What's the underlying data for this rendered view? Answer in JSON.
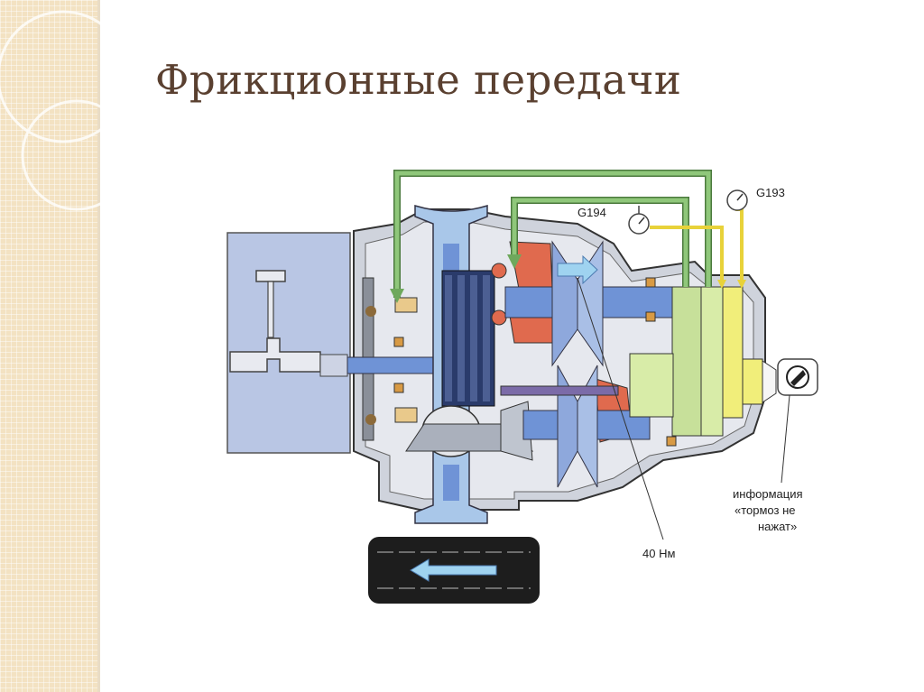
{
  "slide": {
    "title": "Фрикционные передачи"
  },
  "diagram": {
    "labels": {
      "g193": "G193",
      "g194": "G194",
      "torque": "40 Нм",
      "info_line1": "информация",
      "info_line2": "«тормоз не",
      "info_line3": "нажат»"
    },
    "colors": {
      "oil_line_green": "#6ea85c",
      "yellow_line": "#e8d23a",
      "shaft_blue": "#6f93d6",
      "housing_gray": "#cfd3dc",
      "engine_block": "#b9c6e4",
      "clutch_red": "#e06a4e",
      "control_green": "#c7e09a",
      "control_yellow": "#f1ee7a"
    },
    "icons": [
      "pressure-gauge-icon",
      "brake-pedal-icon",
      "direction-arrow-icon"
    ]
  }
}
